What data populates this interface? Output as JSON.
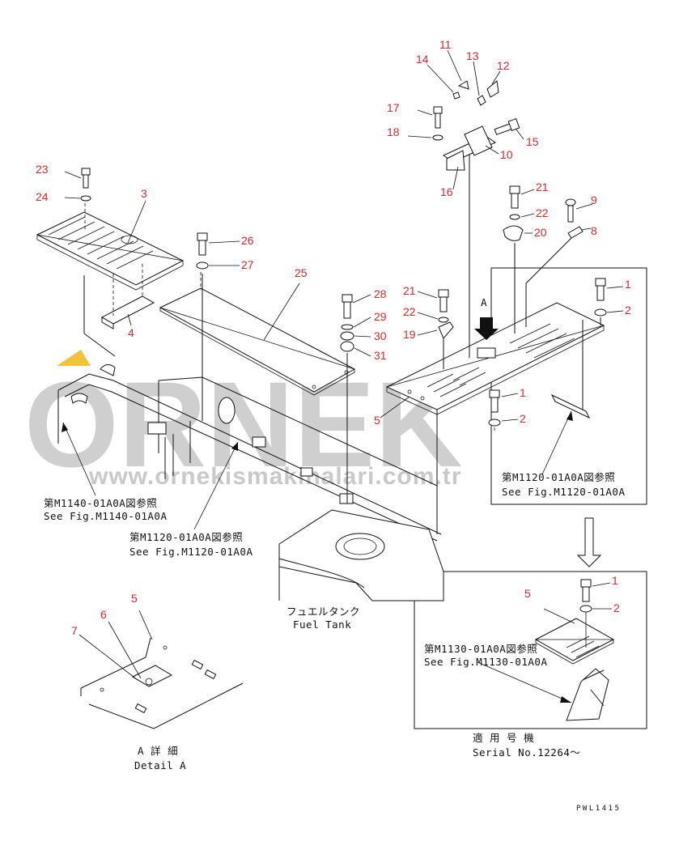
{
  "watermark": {
    "brand": "ORNEK",
    "url": "www.ornekismakinalari.com.tr",
    "accent_color": "#f3c23a"
  },
  "labels": {
    "p1a": "1",
    "p2a": "2",
    "p1b": "1",
    "p2b": "2",
    "p1c": "1",
    "p2c": "2",
    "p3": "3",
    "p4": "4",
    "p5a": "5",
    "p5b": "5",
    "p5c": "5",
    "p6": "6",
    "p7": "7",
    "p8": "8",
    "p9": "9",
    "p10": "10",
    "p11": "11",
    "p12": "12",
    "p13": "13",
    "p14": "14",
    "p15": "15",
    "p16": "16",
    "p17": "17",
    "p18": "18",
    "p19": "19",
    "p20": "20",
    "p21a": "21",
    "p21b": "21",
    "p22a": "22",
    "p22b": "22",
    "p23": "23",
    "p24": "24",
    "p25": "25",
    "p26": "26",
    "p27": "27",
    "p28": "28",
    "p29": "29",
    "p30": "30",
    "p31": "31",
    "view_a": "A"
  },
  "refs": {
    "m1140_jp": "第M1140-01A0A図参照",
    "m1140_en": "See Fig.M1140-01A0A",
    "m1120a_jp": "第M1120-01A0A図参照",
    "m1120a_en": "See Fig.M1120-01A0A",
    "m1120b_jp": "第M1120-01A0A図参照",
    "m1120b_en": "See Fig.M1120-01A0A",
    "m1130_jp": "第M1130-01A0A図参照",
    "m1130_en": "See Fig.M1130-01A0A"
  },
  "captions": {
    "fuel_tank_jp": "フュエルタンク",
    "fuel_tank_en": "Fuel Tank",
    "detail_jp": "A 詳 細",
    "detail_en": "Detail A",
    "serial_jp": "適 用 号 機",
    "serial_en": "Serial No.12264～",
    "drawing_code": "PWL1415"
  }
}
